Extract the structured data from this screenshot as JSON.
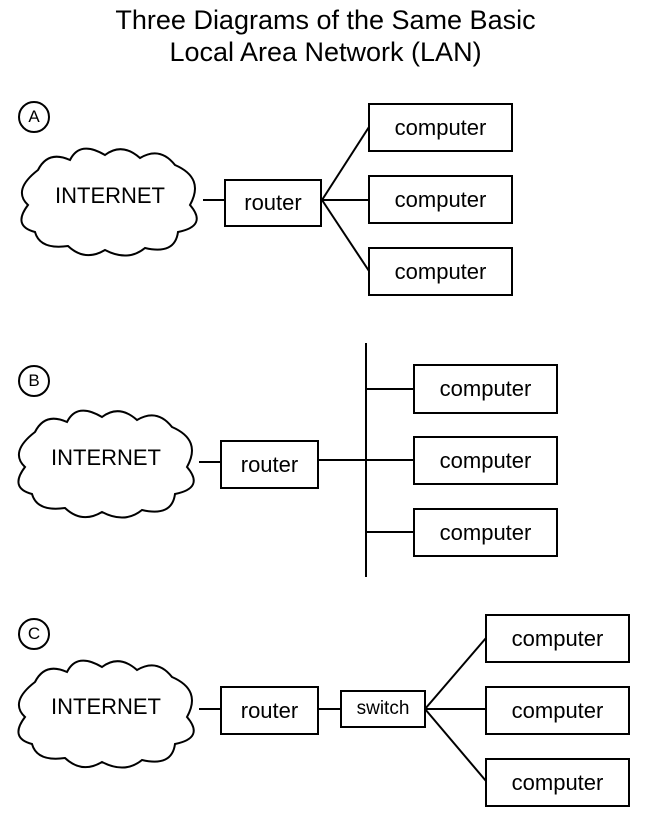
{
  "title": {
    "line1": "Three Diagrams of the Same Basic",
    "line2": "Local Area Network (LAN)"
  },
  "diagrams": [
    {
      "label": "A",
      "cloud": "INTERNET",
      "router": "router",
      "computers": [
        "computer",
        "computer",
        "computer"
      ]
    },
    {
      "label": "B",
      "cloud": "INTERNET",
      "router": "router",
      "computers": [
        "computer",
        "computer",
        "computer"
      ]
    },
    {
      "label": "C",
      "cloud": "INTERNET",
      "router": "router",
      "switch": "switch",
      "computers": [
        "computer",
        "computer",
        "computer"
      ]
    }
  ]
}
